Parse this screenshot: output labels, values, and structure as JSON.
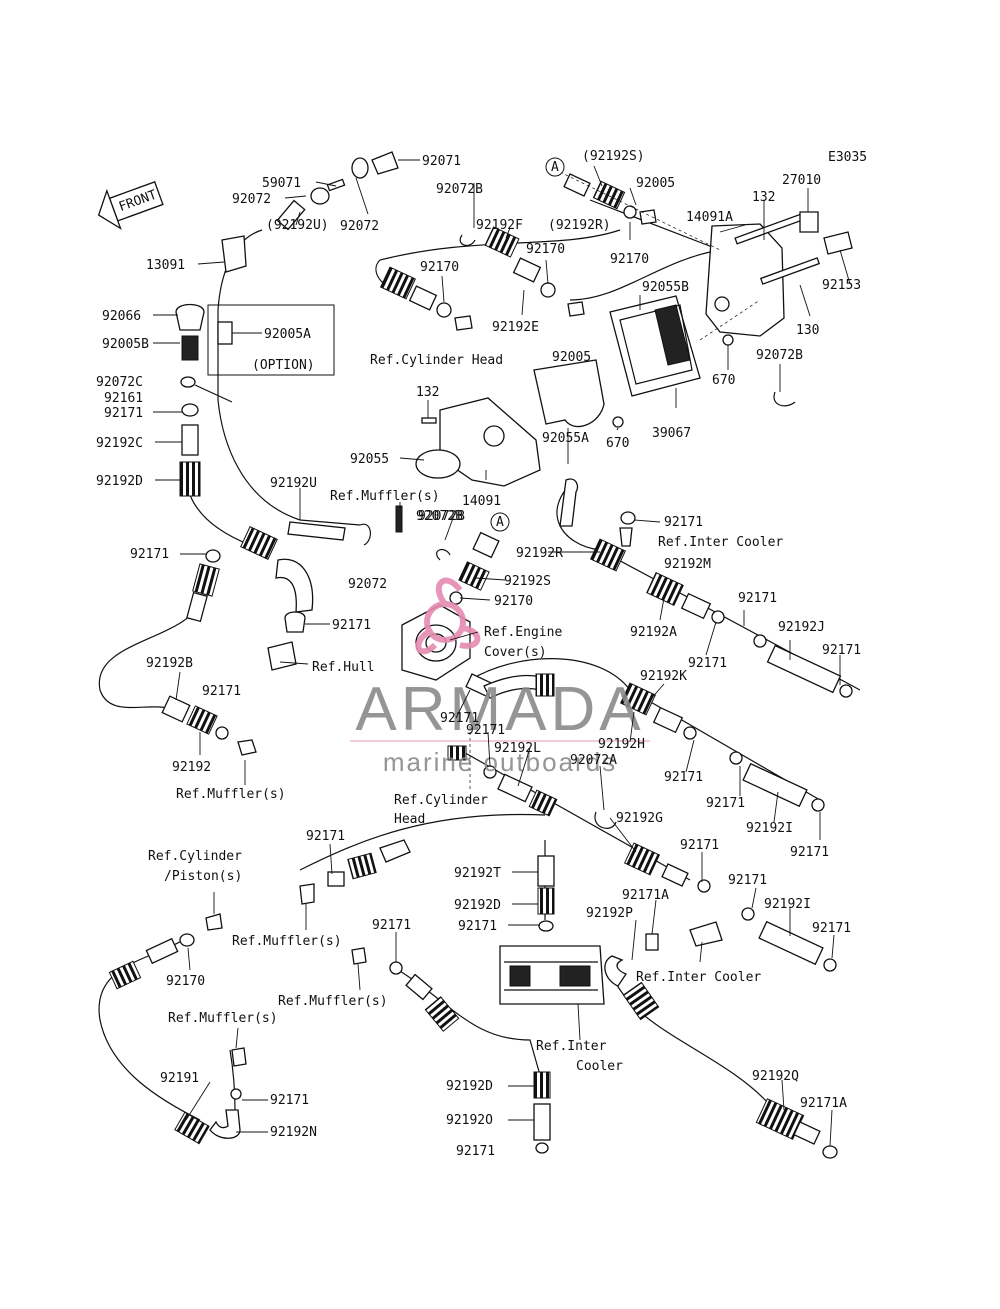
{
  "diagram_code": "E3035",
  "front_label": "FRONT",
  "option_label": "(OPTION)",
  "callout_marker": "A",
  "watermark": {
    "brand": "ARMADA",
    "tagline": "marine outboards",
    "colors": {
      "brand": "#8a8a8a",
      "accent": "#e58bb0"
    }
  },
  "labels": [
    {
      "id": "l1",
      "text": "92071"
    },
    {
      "id": "l2",
      "text": "59071"
    },
    {
      "id": "l3",
      "text": "92072"
    },
    {
      "id": "l4",
      "text": "92072"
    },
    {
      "id": "l5",
      "text": "(92192U)"
    },
    {
      "id": "l6",
      "text": "13091"
    },
    {
      "id": "l7",
      "text": "92066"
    },
    {
      "id": "l8",
      "text": "92005A"
    },
    {
      "id": "l9",
      "text": "92005B"
    },
    {
      "id": "l10",
      "text": "92072C"
    },
    {
      "id": "l11",
      "text": "92161"
    },
    {
      "id": "l12",
      "text": "92171"
    },
    {
      "id": "l13",
      "text": "92192C"
    },
    {
      "id": "l14",
      "text": "92192D"
    },
    {
      "id": "l15",
      "text": "92192U"
    },
    {
      "id": "l16",
      "text": "Ref.Muffler(s)"
    },
    {
      "id": "l17",
      "text": "92072B"
    },
    {
      "id": "l18",
      "text": "92171"
    },
    {
      "id": "l19",
      "text": "92072"
    },
    {
      "id": "l20",
      "text": "92171"
    },
    {
      "id": "l21",
      "text": "Ref.Hull"
    },
    {
      "id": "l22",
      "text": "92192B"
    },
    {
      "id": "l23",
      "text": "92171"
    },
    {
      "id": "l24",
      "text": "92192"
    },
    {
      "id": "l25",
      "text": "Ref.Muffler(s)"
    },
    {
      "id": "l26",
      "text": "(92192S)"
    },
    {
      "id": "l27",
      "text": "92005"
    },
    {
      "id": "l28",
      "text": "92072B"
    },
    {
      "id": "l29",
      "text": "92192F"
    },
    {
      "id": "l30",
      "text": "(92192R)"
    },
    {
      "id": "l31",
      "text": "92170"
    },
    {
      "id": "l32",
      "text": "92170"
    },
    {
      "id": "l33",
      "text": "92170"
    },
    {
      "id": "l34",
      "text": "92192E"
    },
    {
      "id": "l35",
      "text": "Ref.Cylinder Head"
    },
    {
      "id": "l36",
      "text": "92005"
    },
    {
      "id": "l37",
      "text": "92055B"
    },
    {
      "id": "l38",
      "text": "132"
    },
    {
      "id": "l39",
      "text": "92055"
    },
    {
      "id": "l40",
      "text": "92055A"
    },
    {
      "id": "l41",
      "text": "14091"
    },
    {
      "id": "l42",
      "text": "92072B"
    },
    {
      "id": "l43",
      "text": "670"
    },
    {
      "id": "l44",
      "text": "670"
    },
    {
      "id": "l45",
      "text": "39067"
    },
    {
      "id": "l46",
      "text": "E3035"
    },
    {
      "id": "l47",
      "text": "27010"
    },
    {
      "id": "l48",
      "text": "132"
    },
    {
      "id": "l49",
      "text": "14091A"
    },
    {
      "id": "l50",
      "text": "92153"
    },
    {
      "id": "l51",
      "text": "130"
    },
    {
      "id": "l52",
      "text": "92072B"
    },
    {
      "id": "l53",
      "text": "92171"
    },
    {
      "id": "l54",
      "text": "Ref.Inter Cooler"
    },
    {
      "id": "l55",
      "text": "92192R"
    },
    {
      "id": "l56",
      "text": "92192M"
    },
    {
      "id": "l57",
      "text": "92192S"
    },
    {
      "id": "l58",
      "text": "92170"
    },
    {
      "id": "l59",
      "text": "Ref.Engine"
    },
    {
      "id": "l60",
      "text": "Cover(s)"
    },
    {
      "id": "l61",
      "text": "92192A"
    },
    {
      "id": "l62",
      "text": "92171"
    },
    {
      "id": "l63",
      "text": "92192J"
    },
    {
      "id": "l64",
      "text": "92171"
    },
    {
      "id": "l65",
      "text": "92171"
    },
    {
      "id": "l66",
      "text": "92192K"
    },
    {
      "id": "l67",
      "text": "92171"
    },
    {
      "id": "l68",
      "text": "92171"
    },
    {
      "id": "l69",
      "text": "92192L"
    },
    {
      "id": "l70",
      "text": "92192H"
    },
    {
      "id": "l71",
      "text": "92072A"
    },
    {
      "id": "l72",
      "text": "92171"
    },
    {
      "id": "l73",
      "text": "92171"
    },
    {
      "id": "l74",
      "text": "92192I"
    },
    {
      "id": "l75",
      "text": "92171"
    },
    {
      "id": "l76",
      "text": "Ref.Cylinder"
    },
    {
      "id": "l77",
      "text": "Head"
    },
    {
      "id": "l78",
      "text": "92171"
    },
    {
      "id": "l79",
      "text": "92192G"
    },
    {
      "id": "l80",
      "text": "92192T"
    },
    {
      "id": "l81",
      "text": "92192D"
    },
    {
      "id": "l82",
      "text": "92171"
    },
    {
      "id": "l83",
      "text": "92171"
    },
    {
      "id": "l84",
      "text": "92171A"
    },
    {
      "id": "l85",
      "text": "92171"
    },
    {
      "id": "l86",
      "text": "92192I"
    },
    {
      "id": "l87",
      "text": "92171"
    },
    {
      "id": "l88",
      "text": "92192P"
    },
    {
      "id": "l89",
      "text": "Ref.Inter Cooler"
    },
    {
      "id": "l90",
      "text": "Ref.Cylinder"
    },
    {
      "id": "l91",
      "text": "/Piston(s)"
    },
    {
      "id": "l92",
      "text": "Ref.Muffler(s)"
    },
    {
      "id": "l93",
      "text": "92170"
    },
    {
      "id": "l94",
      "text": "92171"
    },
    {
      "id": "l95",
      "text": "Ref.Muffler(s)"
    },
    {
      "id": "l96",
      "text": "Ref.Muffler(s)"
    },
    {
      "id": "l97",
      "text": "Ref.Inter"
    },
    {
      "id": "l98",
      "text": "Cooler"
    },
    {
      "id": "l99",
      "text": "92191"
    },
    {
      "id": "l100",
      "text": "92171"
    },
    {
      "id": "l101",
      "text": "92192N"
    },
    {
      "id": "l102",
      "text": "92192D"
    },
    {
      "id": "l103",
      "text": "92192O"
    },
    {
      "id": "l104",
      "text": "92171"
    },
    {
      "id": "l105",
      "text": "92192Q"
    },
    {
      "id": "l106",
      "text": "92171A"
    }
  ]
}
